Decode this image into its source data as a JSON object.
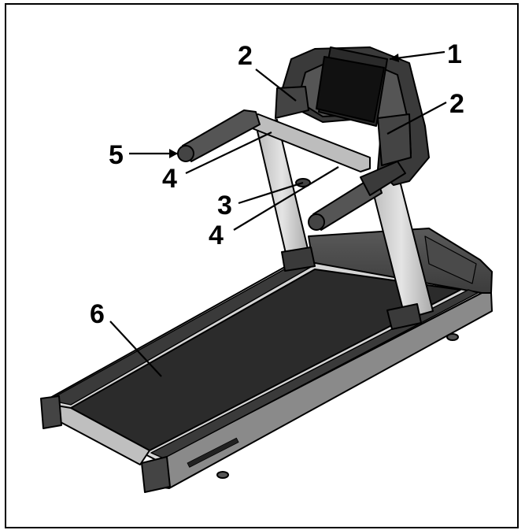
{
  "callouts": [
    {
      "id": "1",
      "label": "1"
    },
    {
      "id": "2a",
      "label": "2"
    },
    {
      "id": "2b",
      "label": "2"
    },
    {
      "id": "3",
      "label": "3"
    },
    {
      "id": "4a",
      "label": "4"
    },
    {
      "id": "4b",
      "label": "4"
    },
    {
      "id": "5",
      "label": "5"
    },
    {
      "id": "6",
      "label": "6"
    }
  ],
  "colors": {
    "outline": "#000000",
    "body_dark": "#3a3a3a",
    "body_mid": "#6b6b6b",
    "metal": "#c9c9c9",
    "belt": "#2b2b2b"
  }
}
